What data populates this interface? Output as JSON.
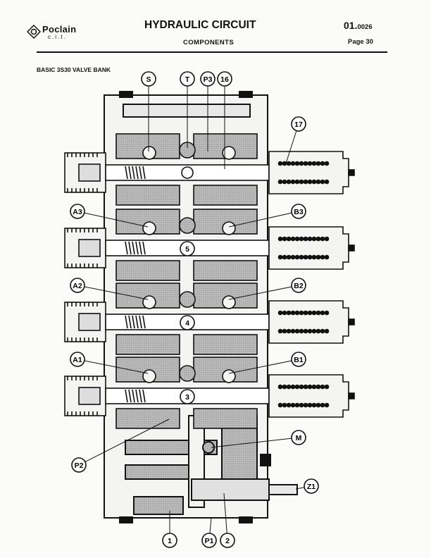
{
  "header": {
    "logo_brand": "Poclain",
    "logo_sub": "c.i.t.",
    "title": "HYDRAULIC CIRCUIT",
    "subtitle": "COMPONENTS",
    "doc_number_main": "01.",
    "doc_number_suffix": "0026",
    "page": "Page 30"
  },
  "section_title": "BASIC 3S30 VALVE BANK",
  "callouts": {
    "S": "S",
    "T": "T",
    "P3": "P3",
    "n16": "16",
    "n17": "17",
    "A3": "A3",
    "B3": "B3",
    "n5": "5",
    "A2": "A2",
    "B2": "B2",
    "n4": "4",
    "A1": "A1",
    "B1": "B1",
    "n3": "3",
    "M": "M",
    "P2": "P2",
    "Z1": "Z1",
    "n1": "1",
    "P1": "P1",
    "n2": "2"
  }
}
